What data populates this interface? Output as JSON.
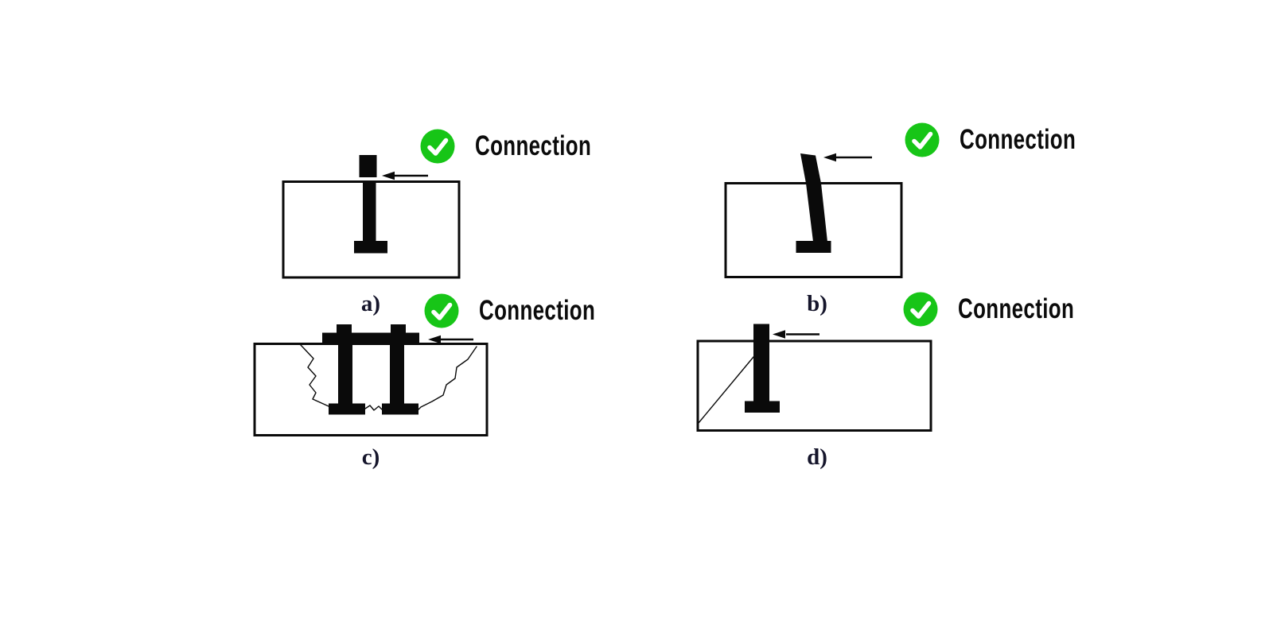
{
  "figure": {
    "panels": [
      {
        "id": "a",
        "label": "a)",
        "badge_label": "Connection"
      },
      {
        "id": "b",
        "label": "b)",
        "badge_label": "Connection"
      },
      {
        "id": "c",
        "label": "c)",
        "badge_label": "Connection"
      },
      {
        "id": "d",
        "label": "d)",
        "badge_label": "Connection"
      }
    ],
    "icons": {
      "badge": "check-circle-icon"
    },
    "colors": {
      "badge_green": "#17c517",
      "check_mark": "#ffffff",
      "diagram_ink": "#0a0a0a",
      "caption_ink": "#15152b",
      "background": "#ffffff"
    }
  }
}
